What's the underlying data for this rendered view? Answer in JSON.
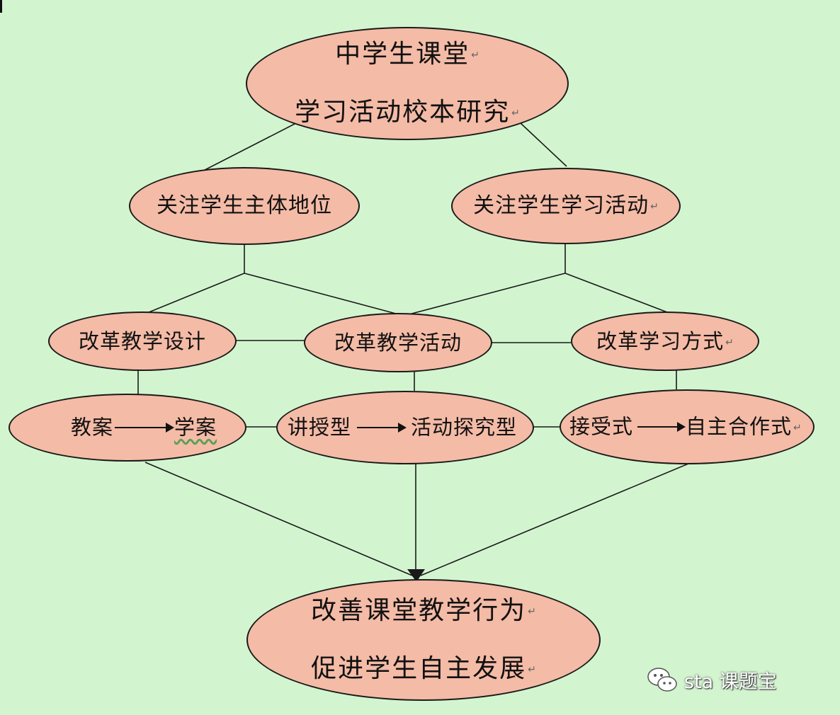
{
  "nodes": {
    "root": {
      "line1": "中学生课堂",
      "line2": "学习活动校本研究"
    },
    "focus_status": {
      "label": "关注学生主体地位"
    },
    "focus_activity": {
      "label": "关注学生学习活动"
    },
    "reform_design": {
      "label": "改革教学设计"
    },
    "reform_activity": {
      "label": "改革教学活动"
    },
    "reform_learning": {
      "label": "改革学习方式"
    },
    "plan_change": {
      "from": "教案",
      "to": "学案"
    },
    "mode_change": {
      "from": "讲授型",
      "to": "活动探究型"
    },
    "style_change": {
      "from": "接受式",
      "to": "自主合作式"
    },
    "goal": {
      "line1": "改善课堂教学行为",
      "line2": "促进学生自主发展"
    }
  },
  "paragraph_mark": "↵",
  "watermark": {
    "text": "sta  课题宝"
  },
  "colors": {
    "background": "#d2f5cf",
    "node_fill": "#f4bba6",
    "stroke": "#1a1a1a"
  }
}
